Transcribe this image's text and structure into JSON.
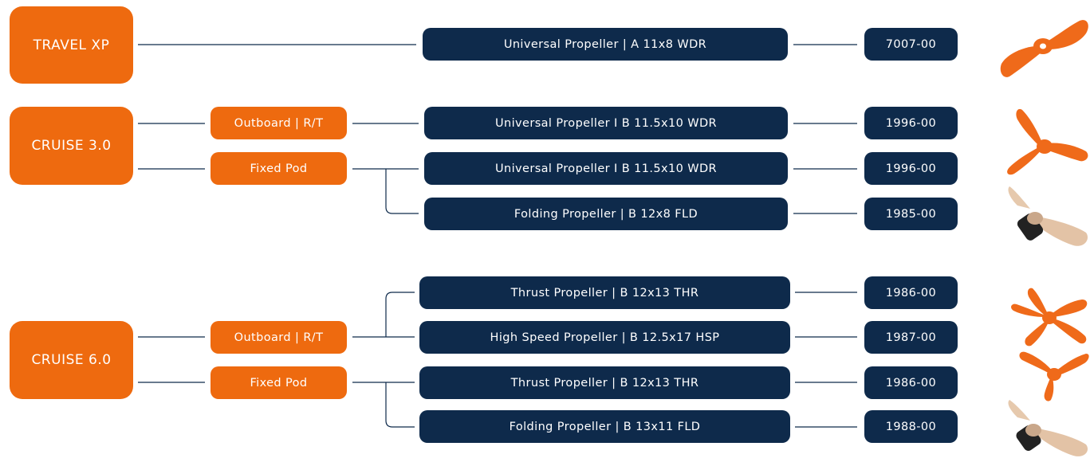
{
  "motors": {
    "travel_xp": "TRAVEL XP",
    "cruise_3": "CRUISE 3.0",
    "cruise_6": "CRUISE 6.0"
  },
  "mounts": {
    "c3_outboard": "Outboard | R/T",
    "c3_fixed": "Fixed Pod",
    "c6_outboard": "Outboard | R/T",
    "c6_fixed": "Fixed Pod"
  },
  "propellers": [
    {
      "name": "Universal Propeller | A 11x8 WDR",
      "code": "7007-00",
      "image": "orange-2-blade-propeller"
    },
    {
      "name": "Universal Propeller I B 11.5x10 WDR",
      "code": "1996-00",
      "image": "orange-3-blade-propeller"
    },
    {
      "name": "Universal Propeller I B 11.5x10 WDR",
      "code": "1996-00",
      "image": "orange-3-blade-propeller"
    },
    {
      "name": "Folding Propeller | B 12x8 FLD",
      "code": "1985-00",
      "image": "bronze-folding-propeller"
    },
    {
      "name": "Thrust Propeller | B 12x13 THR",
      "code": "1986-00",
      "image": "orange-5-blade-propeller"
    },
    {
      "name": "High Speed Propeller | B 12.5x17 HSP",
      "code": "1987-00",
      "image": "orange-3-blade-propeller"
    },
    {
      "name": "Thrust Propeller | B 12x13 THR",
      "code": "1986-00",
      "image": "orange-3-blade-propeller"
    },
    {
      "name": "Folding Propeller | B 13x11 FLD",
      "code": "1988-00",
      "image": "bronze-folding-propeller"
    }
  ],
  "colors": {
    "orange": "#ee6a0f",
    "navy": "#0e2a4b",
    "line": "#0e2a4b",
    "bronze": "#e3c3a6"
  }
}
